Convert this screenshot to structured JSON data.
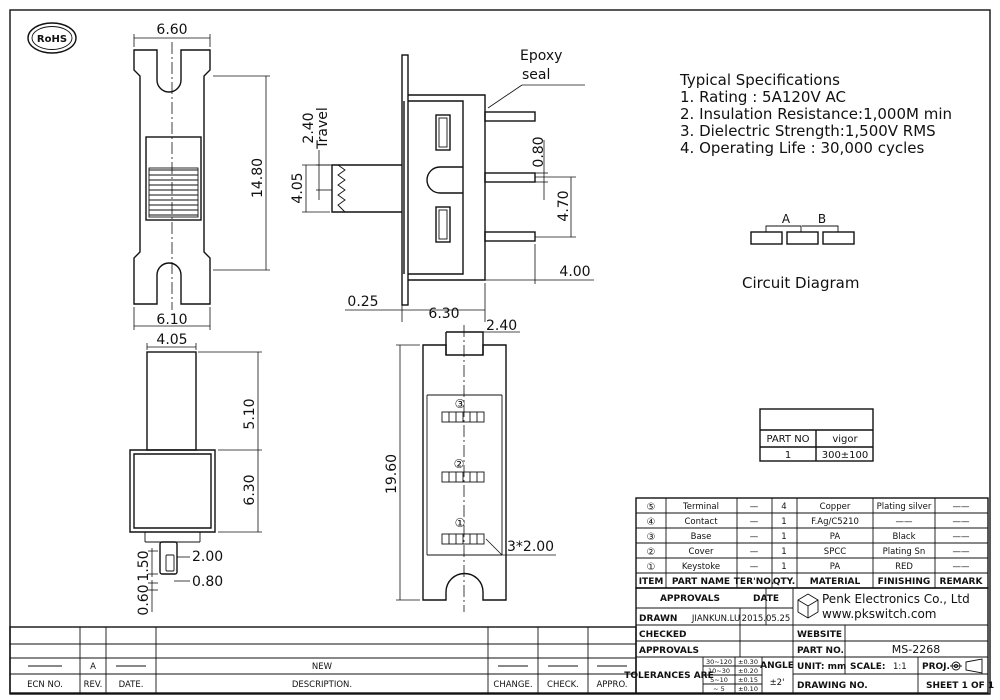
{
  "badge": {
    "rohs": "RoHS"
  },
  "labels": {
    "epoxy_1": "Epoxy",
    "epoxy_2": "seal",
    "travel": "Travel",
    "circuit_a": "A",
    "circuit_b": "B",
    "circuit_title": "Circuit Diagram"
  },
  "dims": {
    "top_width": "6.60",
    "top_height": "14.80",
    "bottom_width": "6.10",
    "travel": "2.40",
    "stroke": "4.05",
    "pin_pitch": "0.80",
    "pin_span": "4.70",
    "pin_length": "4.00",
    "flange": "0.25",
    "body_depth": "6.30",
    "frame_tab": "2.40",
    "frame_height": "19.60",
    "pin_spacing": "3*2.00",
    "act_width": "4.05",
    "act_height": "5.10",
    "body_height": "6.30",
    "term_width": "2.00",
    "term_height": "1.50",
    "term_thick": "0.80",
    "term_tip": "0.60",
    "circle_3": "③",
    "circle_2": "②",
    "circle_1": "①"
  },
  "specs": {
    "title": "Typical Specifications",
    "items": [
      "1. Rating : 5A120V AC",
      "2. Insulation Resistance:1,000M min",
      "3. Dielectric Strength:1,500V RMS",
      "4. Operating Life : 30,000 cycles"
    ]
  },
  "part_table": {
    "h1": "PART NO",
    "h2": "vigor",
    "v1": "1",
    "v2": "300±100"
  },
  "bom": {
    "rows": [
      {
        "item": "⑤",
        "name": "Terminal",
        "ter": "—",
        "qty": "4",
        "material": "Copper",
        "finishing": "Plating silver",
        "remark": "——"
      },
      {
        "item": "④",
        "name": "Contact",
        "ter": "—",
        "qty": "1",
        "material": "F.Ag/C5210",
        "finishing": "——",
        "remark": "——"
      },
      {
        "item": "③",
        "name": "Base",
        "ter": "—",
        "qty": "1",
        "material": "PA",
        "finishing": "Black",
        "remark": "——"
      },
      {
        "item": "②",
        "name": "Cover",
        "ter": "—",
        "qty": "1",
        "material": "SPCC",
        "finishing": "Plating Sn",
        "remark": "——"
      },
      {
        "item": "①",
        "name": "Keystoke",
        "ter": "—",
        "qty": "1",
        "material": "PA",
        "finishing": "RED",
        "remark": "——"
      }
    ],
    "headers": {
      "item": "ITEM",
      "name": "PART NAME",
      "ter": "TER'NO.",
      "qty": "QTY.",
      "material": "MATERIAL",
      "finishing": "FINISHING",
      "remark": "REMARK"
    }
  },
  "title_block": {
    "approvals": "APPROVALS",
    "date": "DATE",
    "drawn": "DRAWN",
    "drawn_by": "JIANKUN.LU",
    "drawn_date": "2015.05.25",
    "checked": "CHECKED",
    "approvals2": "APPROVALS",
    "company": "Penk Electronics Co., Ltd",
    "web": "www.pkswitch.com",
    "website": "WEBSITE",
    "part_no_label": "PART NO.",
    "part_no": "MS-2268",
    "tolerances": "TOLERANCES ARE",
    "tol_r1a": "30~120",
    "tol_r1b": "±0.30",
    "tol_r2a": "10~30",
    "tol_r2b": "±0.20",
    "tol_r3a": "5~10",
    "tol_r3b": "±0.15",
    "tol_r4a": "~ 5",
    "tol_r4b": "±0.10",
    "angle": "ANGLE",
    "angle_val": "±2'",
    "unit": "UNIT:  mm",
    "scale": "SCALE:",
    "scale_val": "1:1",
    "proj": "PROJ.",
    "drawing_no": "DRAWING NO.",
    "sheet": "SHEET   1  OF  1"
  },
  "revision": {
    "ecn": "ECN NO.",
    "rev": "REV.",
    "date": "DATE.",
    "description": "DESCRIPTION.",
    "change": "CHANGE.",
    "check": "CHECK.",
    "appro": "APPRO.",
    "rev_val": "A",
    "desc_val": "NEW"
  }
}
